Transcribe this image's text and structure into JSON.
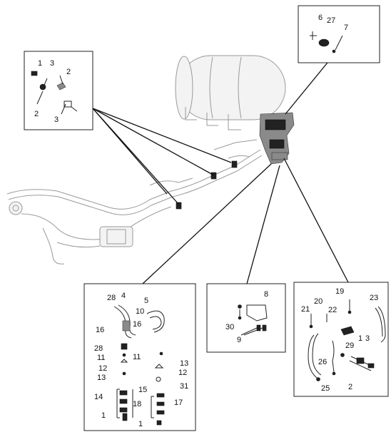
{
  "callouts": {
    "a": [
      "1",
      "3",
      "2",
      "2",
      "3"
    ],
    "b": [
      "6",
      "27",
      "7"
    ],
    "c": [
      "28",
      "4",
      "5",
      "10",
      "16",
      "16",
      "28",
      "11",
      "11",
      "13",
      "12",
      "12",
      "13",
      "31",
      "15",
      "14",
      "18",
      "17",
      "1",
      "1"
    ],
    "d": [
      "8",
      "30",
      "9"
    ],
    "e": [
      "19",
      "20",
      "23",
      "21",
      "22",
      "1",
      "3",
      "29",
      "26",
      "25",
      "2"
    ]
  }
}
